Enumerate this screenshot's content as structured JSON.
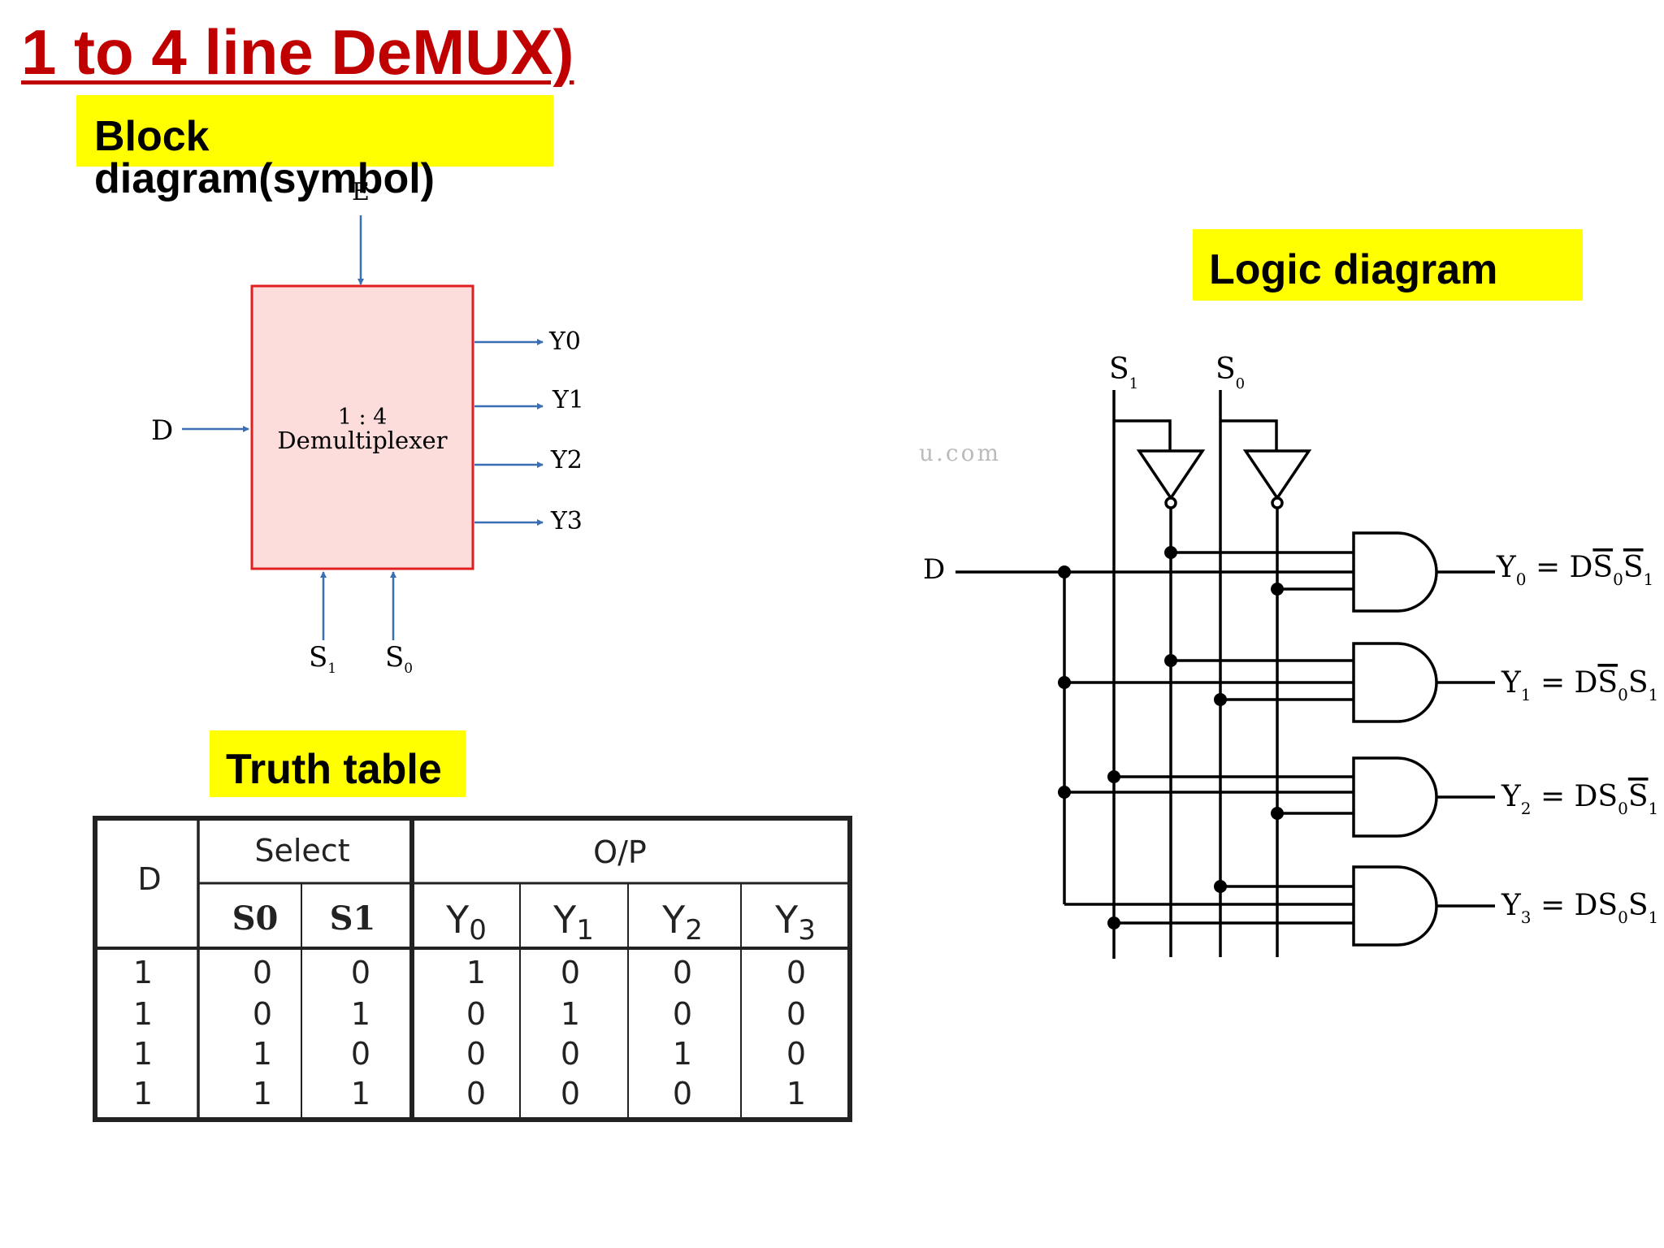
{
  "title": "1 to 4 line DeMUX)",
  "block": {
    "label": "Block diagram(symbol)",
    "enable": "E",
    "data_in": "D",
    "ratio": "1 : 4",
    "name": "Demultiplexer",
    "outputs": [
      "Y0",
      "Y1",
      "Y2",
      "Y3"
    ],
    "selects": [
      "S1",
      "S0"
    ],
    "box_fill": "#fddcdc",
    "box_stroke": "#e02020",
    "arrow_color": "#3a6fb4"
  },
  "truth": {
    "label": "Truth table",
    "col_d": "D",
    "select_header": "Select",
    "op_header": "O/P",
    "select_cols": [
      "S0",
      "S1"
    ],
    "output_cols": [
      "Y0",
      "Y1",
      "Y2",
      "Y3"
    ],
    "rows": [
      [
        "1",
        "0",
        "0",
        "1",
        "0",
        "0",
        "0"
      ],
      [
        "1",
        "0",
        "1",
        "0",
        "1",
        "0",
        "0"
      ],
      [
        "1",
        "1",
        "0",
        "0",
        "0",
        "1",
        "0"
      ],
      [
        "1",
        "1",
        "1",
        "0",
        "0",
        "0",
        "1"
      ]
    ]
  },
  "logic": {
    "label": "Logic diagram",
    "watermark": "u.com",
    "input": "D",
    "selects": [
      "S1",
      "S0"
    ],
    "outputs": [
      "Y0 = DS0S1",
      "Y1 = DS0S1",
      "Y2 = DS0S1",
      "Y3 = DS0S1"
    ]
  },
  "colors": {
    "title": "#c00000",
    "highlight": "#ffff00"
  }
}
